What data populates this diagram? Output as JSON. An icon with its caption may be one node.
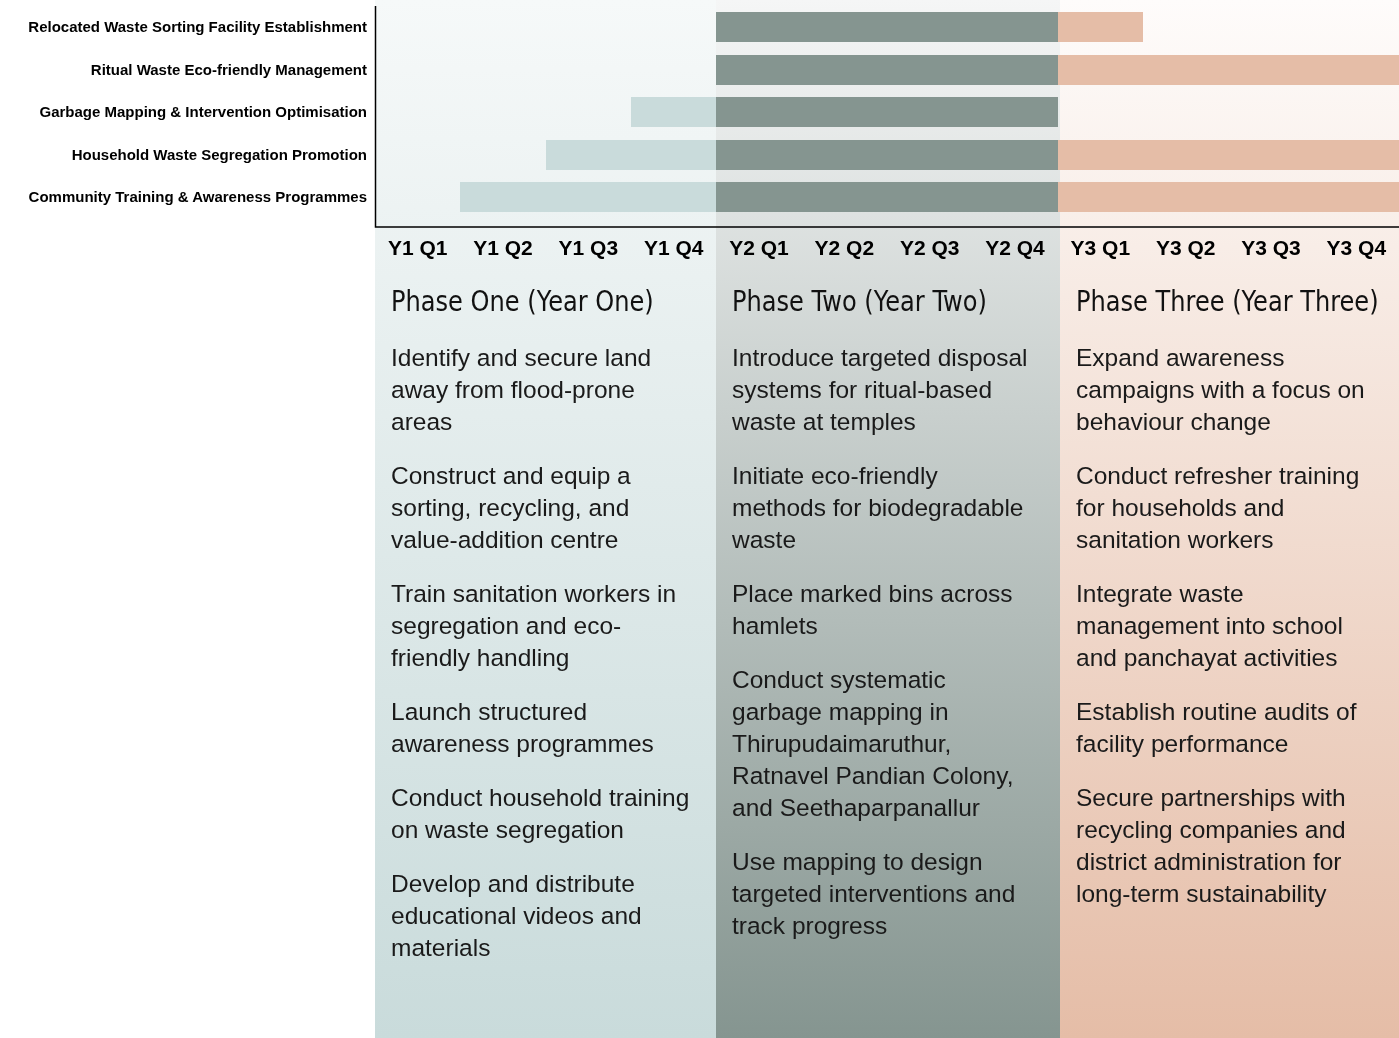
{
  "diagram": {
    "nodes": [
      {
        "text": [
          "Phase One (Year One)",
          "Identify and secure land away from flood-prone areas",
          "Construct and equip a sorting, recycling, and value-addition centre",
          "Train sanitation workers in segregation and eco-friendly handling",
          "Launch structured awareness programmes",
          "Conduct household training on waste segregation",
          "Develop and distribute educational videos and materials"
        ]
      },
      {
        "text": [],
        "shape": "bar",
        "in": 0
      },
      {
        "text": [],
        "shape": "bar",
        "in": 0
      },
      {
        "text": [],
        "shape": "bar",
        "in": 0
      },
      {
        "text": [
          "Phase Two (Year Two)",
          "Introduce targeted disposal systems for ritual-based waste at temples",
          "Initiate eco-friendly methods for biodegradable waste",
          "Place marked bins across hamlets",
          "Conduct systematic garbage mapping in Thirupudaimaruthur, Ratnavel Pandian Colony, and Seethaparpanallur",
          "Use mapping to design targeted interventions and track progress"
        ]
      },
      {
        "text": [],
        "shape": "bar",
        "in": 4
      },
      {
        "text": [],
        "shape": "bar",
        "in": 4
      },
      {
        "text": [],
        "shape": "bar",
        "in": 4
      },
      {
        "text": [],
        "shape": "bar",
        "in": 4
      },
      {
        "text": [],
        "shape": "bar",
        "in": 4
      },
      {
        "text": [
          "Phase Three (Year Three)",
          "Expand awareness campaigns with a focus on behaviour change",
          "Conduct refresher training for households and sanitation workers",
          "Integrate waste management into school and panchayat activities",
          "Establish routine audits of facility performance",
          "Secure partnerships with recycling companies and district administration for long-term sustainability"
        ]
      },
      {
        "text": [],
        "shape": "bar",
        "in": 10
      },
      {
        "text": [],
        "shape": "bar",
        "in": 10
      },
      {
        "text": [],
        "shape": "bar",
        "in": 10
      },
      {
        "text": [],
        "shape": "bar",
        "in": 10
      }
    ],
    "labels": [
      "Relocated Waste Sorting Facility Establishment",
      "Ritual Waste Eco-friendly Management",
      "Garbage Mapping & Intervention Optimisation",
      "Household Waste Segregation Promotion",
      "Community Training & Awareness Programmes",
      "Y1 Q1",
      "Y1 Q2",
      "Y1 Q3",
      "Y1 Q4",
      "Y2 Q1",
      "Y2 Q2",
      "Y2 Q3",
      "Y2 Q4",
      "Y3 Q1",
      "Y3 Q2",
      "Y3 Q3",
      "Y3 Q4"
    ]
  }
}
